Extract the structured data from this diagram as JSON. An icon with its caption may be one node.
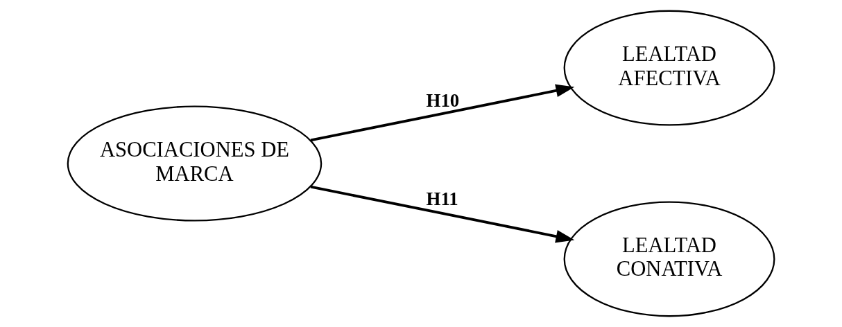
{
  "diagram": {
    "nodes": [
      {
        "text": [
          "LEALTAD AFECTIVA"
        ]
      },
      {
        "text": [
          "LEALTAD CONATIVA"
        ]
      },
      {
        "text": [
          "ASOCIACIONES DE MARCA"
        ]
      }
    ],
    "edges": [
      {
        "from": 2,
        "to": 0,
        "arrow": "to",
        "label": "H10"
      },
      {
        "from": 2,
        "to": 1,
        "arrow": "to",
        "label": "H11"
      }
    ]
  }
}
